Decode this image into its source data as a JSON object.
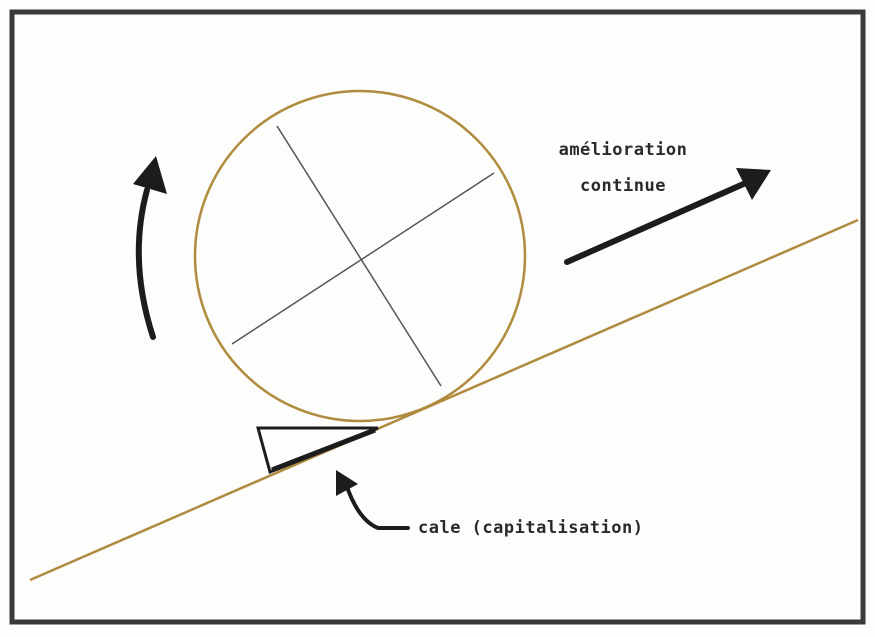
{
  "diagram": {
    "labels": {
      "improvement_line1": "amélioration",
      "improvement_line2": "continue",
      "wedge": "cale (capitalisation)"
    },
    "colors": {
      "frame": "#3a3a3a",
      "wheel": "#b08a3e",
      "slope": "#b08a3e",
      "ink": "#1c1c1c"
    }
  }
}
